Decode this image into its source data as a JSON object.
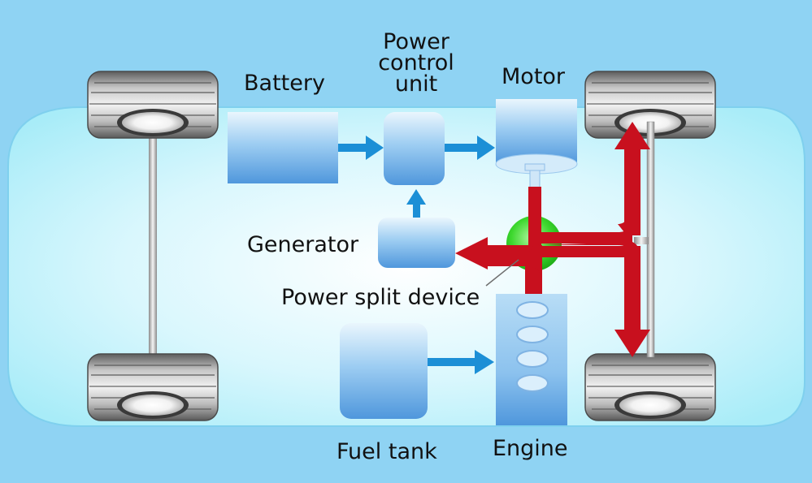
{
  "labels": {
    "battery": "Battery",
    "pcu_line1": "Power",
    "pcu_line2": "control",
    "pcu_line3": "unit",
    "motor": "Motor",
    "generator": "Generator",
    "power_split": "Power split device",
    "fuel_tank": "Fuel tank",
    "engine": "Engine"
  },
  "colors": {
    "background": "#8fd3f3",
    "car_body": "#bff2fb",
    "component_blue": "#5aa3e3",
    "energy_arrow": "#1c8fd6",
    "mechanical_power": "#c8101e",
    "power_split_device": "#3dd82e"
  }
}
